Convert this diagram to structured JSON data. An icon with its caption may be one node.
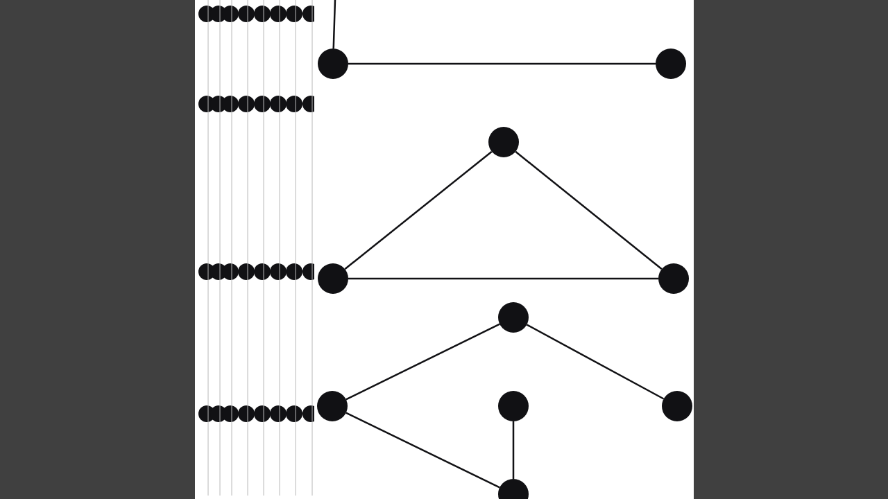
{
  "diagram": {
    "nodes": [
      {
        "text": [],
        "shape": "circle"
      },
      {
        "text": [],
        "shape": "circle"
      },
      {
        "text": [],
        "shape": "circle"
      },
      {
        "text": [],
        "shape": "circle"
      },
      {
        "text": [],
        "shape": "circle"
      },
      {
        "text": [],
        "shape": "circle"
      },
      {
        "text": [],
        "shape": "circle"
      },
      {
        "text": [],
        "shape": "circle"
      },
      {
        "text": [],
        "shape": "circle"
      },
      {
        "text": [],
        "shape": "circle"
      }
    ],
    "edges": [
      {
        "from": null,
        "to": 0,
        "arrow": "none"
      },
      {
        "from": 0,
        "to": 1,
        "arrow": "none"
      },
      {
        "from": 2,
        "to": 3,
        "arrow": "none"
      },
      {
        "from": 2,
        "to": 4,
        "arrow": "none"
      },
      {
        "from": 3,
        "to": 4,
        "arrow": "none"
      },
      {
        "from": 5,
        "to": 6,
        "arrow": "none"
      },
      {
        "from": 5,
        "to": 8,
        "arrow": "none"
      },
      {
        "from": 6,
        "to": 9,
        "arrow": "none"
      },
      {
        "from": 7,
        "to": 9,
        "arrow": "none"
      }
    ]
  }
}
